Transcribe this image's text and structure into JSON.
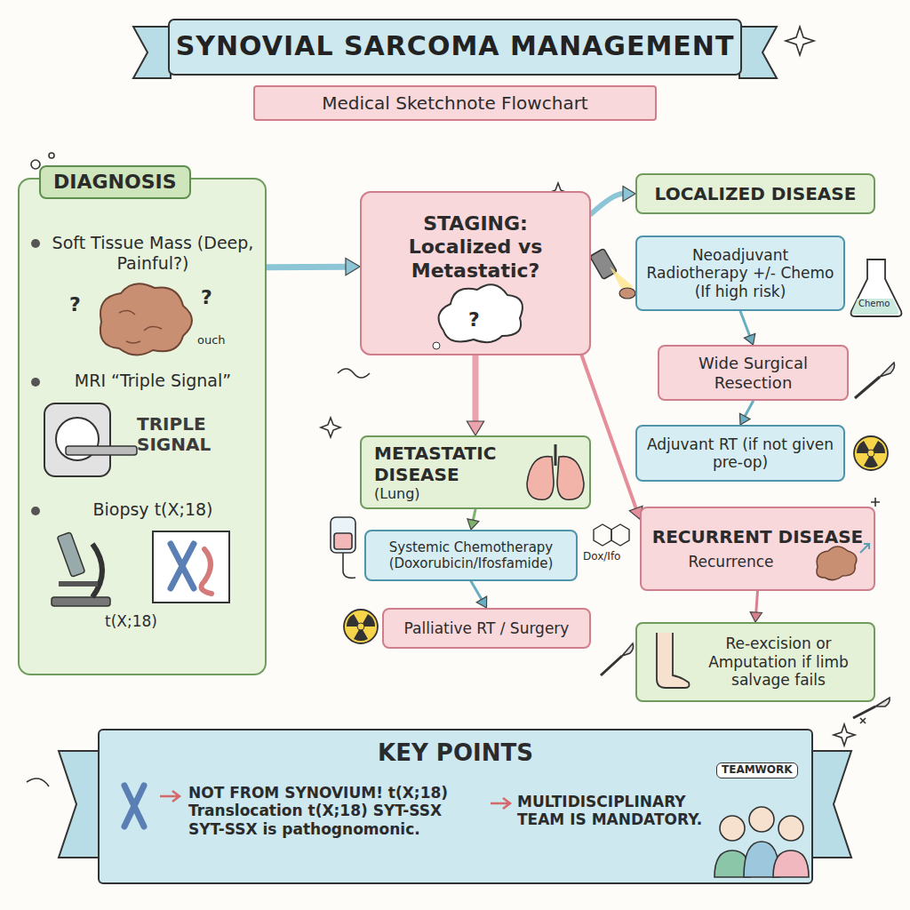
{
  "diagram": {
    "title": "SYNOVIAL SARCOMA MANAGEMENT",
    "nodes": [
      {
        "text": [
          "Medical Sketchnote Flowchart"
        ]
      },
      {
        "text": [
          "DIAGNOSIS",
          "Soft Tissue Mass (Deep, Painful?)",
          "MRI “Triple Signal”",
          "Biopsy t(X;18)"
        ]
      },
      {
        "text": [
          "STAGING: Localized vs Metastatic?"
        ]
      },
      {
        "text": [
          "LOCALIZED DISEASE"
        ]
      },
      {
        "text": [
          "Neoadjuvant Radiotherapy +/- Chemo (If high risk)"
        ]
      },
      {
        "text": [
          "Wide Surgical Resection"
        ]
      },
      {
        "text": [
          "Adjuvant RT (if not given pre-op)"
        ]
      },
      {
        "text": [
          "METASTATIC DISEASE",
          "(Lung)"
        ]
      },
      {
        "text": [
          "Systemic Chemotherapy (Doxorubicin/Ifosfamide)"
        ]
      },
      {
        "text": [
          "Palliative RT / Surgery"
        ]
      },
      {
        "text": [
          "RECURRENT DISEASE",
          "Recurrence"
        ]
      },
      {
        "text": [
          "Re-excision or Amputation if limb salvage fails"
        ]
      },
      {
        "text": [
          "KEY POINTS",
          "NOT FROM SYNOVIUM! t(X;18) Translocation t(X;18) SYT-SSX SYT-SSX is pathognomonic.",
          "MULTIDISCIPLINARY TEAM IS MANDATORY."
        ]
      }
    ],
    "edges": [
      {
        "from": 1,
        "to": 2,
        "arrow": "to"
      },
      {
        "from": 2,
        "to": 3,
        "arrow": "to"
      },
      {
        "from": 2,
        "to": 7,
        "arrow": "to"
      },
      {
        "from": 2,
        "to": 10,
        "arrow": "to"
      },
      {
        "from": 4,
        "to": 5,
        "arrow": "to"
      },
      {
        "from": 5,
        "to": 6,
        "arrow": "to"
      },
      {
        "from": 7,
        "to": 8,
        "arrow": "to"
      },
      {
        "from": 8,
        "to": 9,
        "arrow": "to"
      },
      {
        "from": 10,
        "to": 11,
        "arrow": "to"
      }
    ],
    "labels": [
      "?",
      "?",
      "ouch",
      "TRIPLE SIGNAL",
      "t(X;18)",
      "?",
      "Chemo",
      "Dox/Ifo",
      "TEAMWORK"
    ]
  }
}
